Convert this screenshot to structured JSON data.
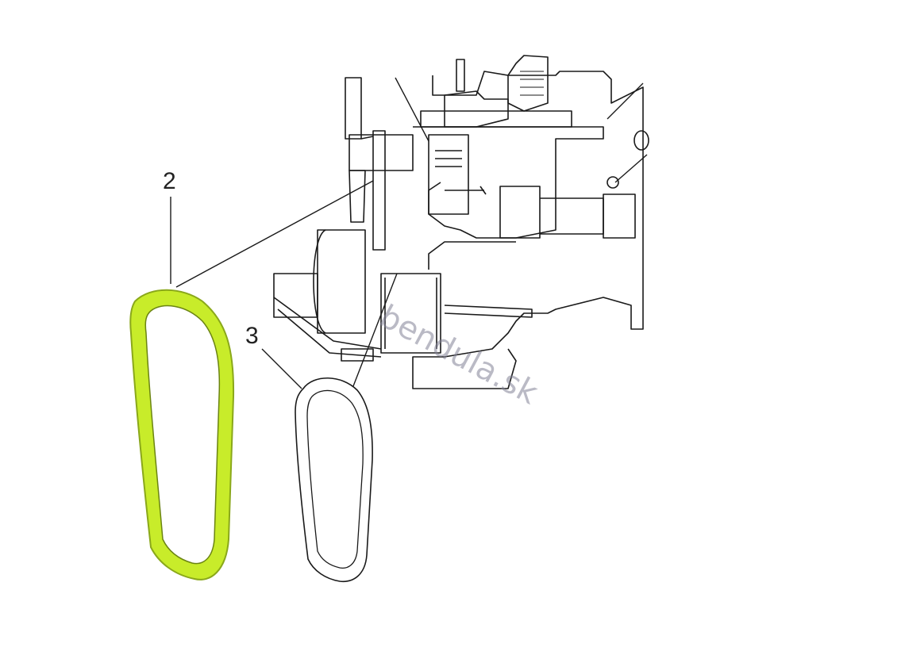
{
  "labels": {
    "belt_2": "2",
    "belt_3": "3"
  },
  "watermark": "bendula.sk",
  "colors": {
    "highlight": "#c8ec2a",
    "line": "#1a1a1a",
    "paper": "#ffffff"
  }
}
